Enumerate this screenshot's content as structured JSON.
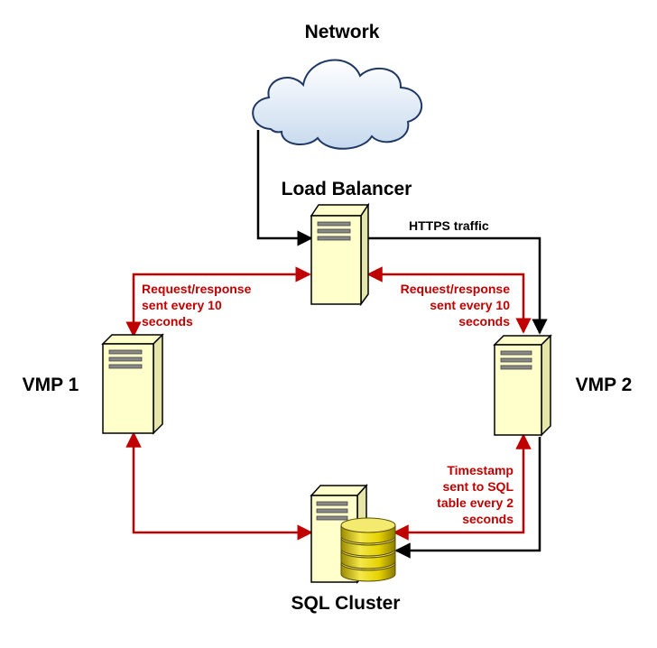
{
  "nodes": {
    "network": {
      "label": "Network"
    },
    "load_balancer": {
      "label": "Load Balancer"
    },
    "vmp1": {
      "label": "VMP 1"
    },
    "vmp2": {
      "label": "VMP 2"
    },
    "sql_cluster": {
      "label": "SQL Cluster"
    }
  },
  "edges": {
    "https": {
      "label": "HTTPS traffic"
    },
    "lb_vmp1": {
      "lines": [
        "Request/response",
        "sent every 10",
        "seconds"
      ]
    },
    "lb_vmp2": {
      "lines": [
        "Request/response",
        "sent every 10",
        "seconds"
      ]
    },
    "vmp2_sql": {
      "lines": [
        "Timestamp",
        "sent to SQL",
        "table every 2",
        "seconds"
      ]
    }
  },
  "colors": {
    "server_fill": "#ffffcc",
    "server_stroke": "#000000",
    "cloud_fill": "#dce8f4",
    "cloud_stroke": "#1f3864",
    "red_link": "#c00000",
    "black_link": "#000000",
    "db_gold": "#e6d200"
  },
  "icons": {
    "cloud": "cloud-icon",
    "server": "server-icon",
    "database": "database-icon"
  }
}
